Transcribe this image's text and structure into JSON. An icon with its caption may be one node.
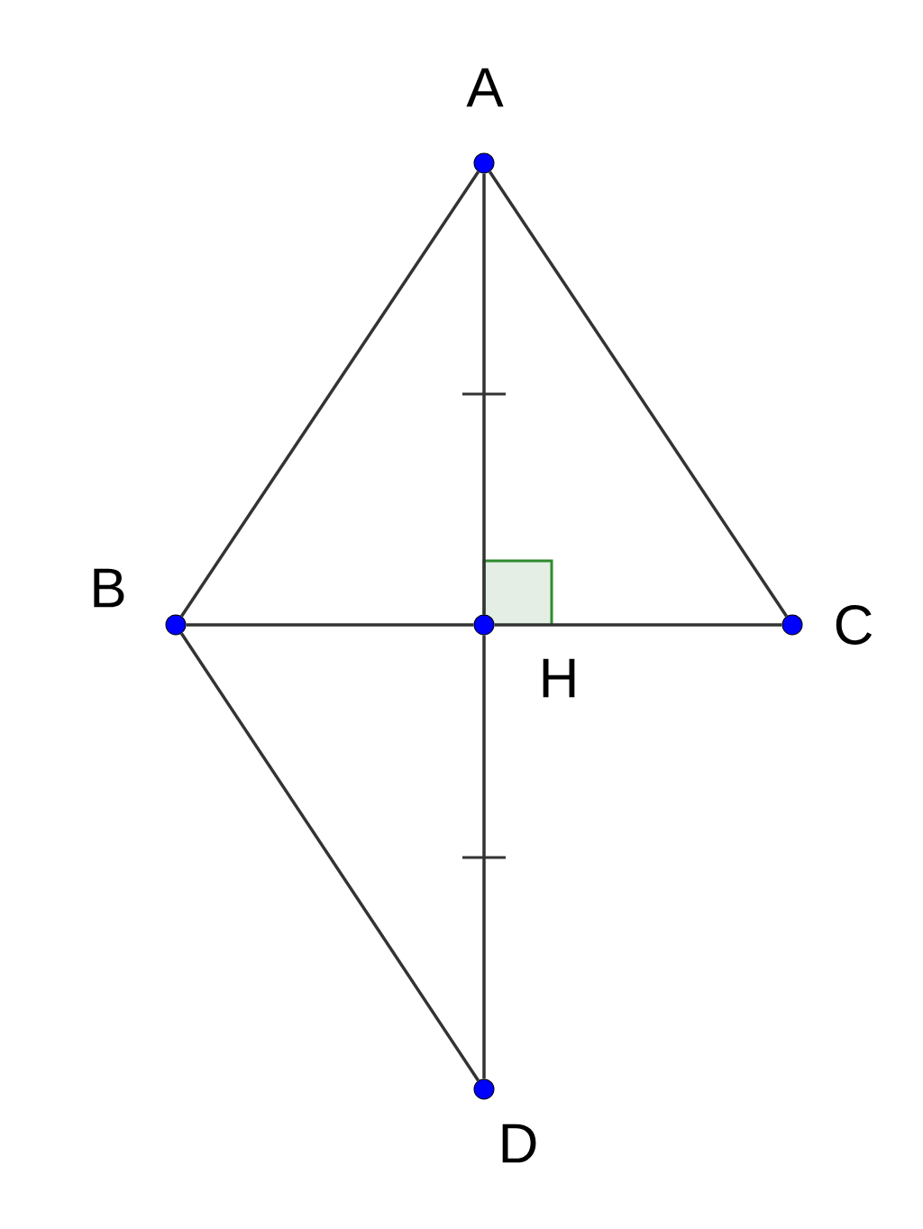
{
  "diagram": {
    "nodes": [
      {
        "text": [],
        "shape": "circle",
        "beside": [
          "A"
        ]
      },
      {
        "text": [],
        "shape": "circle",
        "beside": [
          "B"
        ]
      },
      {
        "text": [],
        "shape": "circle",
        "beside": [
          "C"
        ]
      },
      {
        "text": [],
        "shape": "circle",
        "beside": [
          "H"
        ]
      },
      {
        "text": [],
        "shape": "circle",
        "beside": [
          "D"
        ]
      }
    ],
    "edges": [
      {
        "from": 0,
        "to": 1,
        "arrow": "none"
      },
      {
        "from": 0,
        "to": 2,
        "arrow": "none"
      },
      {
        "from": 0,
        "to": 3,
        "arrow": "none"
      },
      {
        "from": 1,
        "to": 3,
        "arrow": "none"
      },
      {
        "from": 3,
        "to": 2,
        "arrow": "none"
      },
      {
        "from": 3,
        "to": 4,
        "arrow": "none"
      },
      {
        "from": 1,
        "to": 4,
        "arrow": "none"
      }
    ]
  }
}
